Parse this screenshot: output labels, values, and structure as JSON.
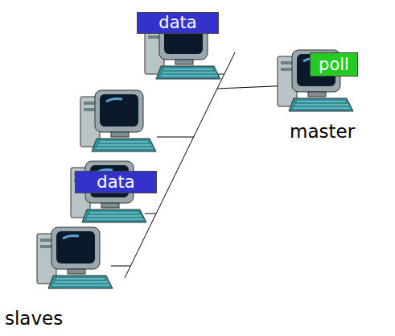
{
  "diagram": {
    "nodes": [
      {
        "text": [
          "data"
        ]
      },
      {
        "text": [
          "data"
        ]
      },
      {
        "text": [
          "poll"
        ]
      }
    ],
    "labels": [
      "master",
      "slaves"
    ]
  }
}
